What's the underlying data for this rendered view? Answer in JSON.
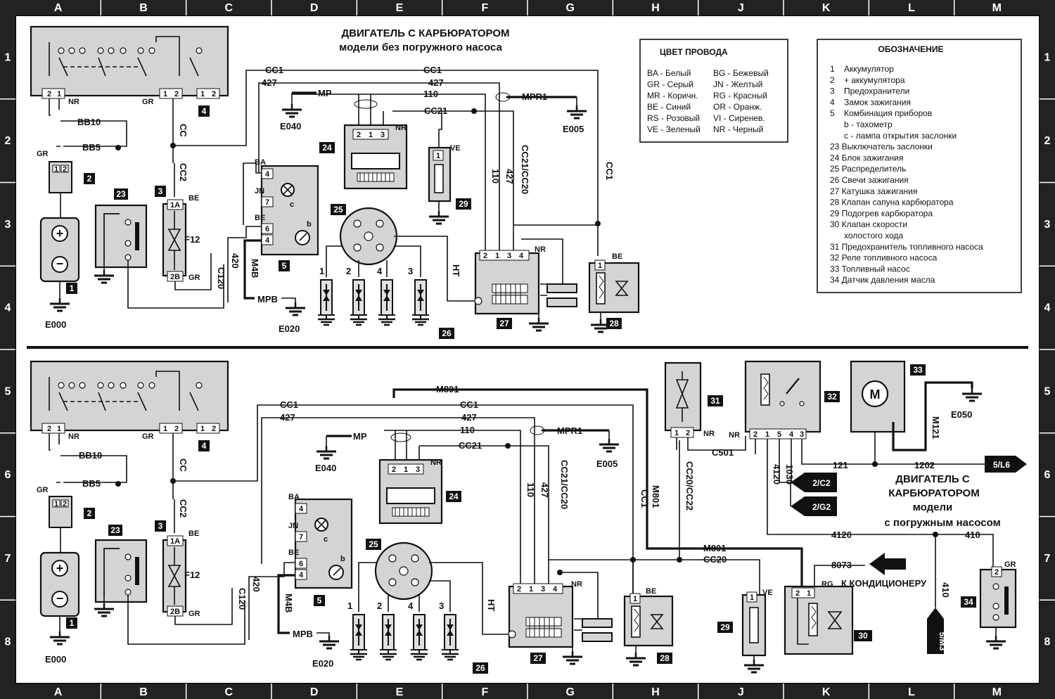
{
  "frame": {
    "columns": [
      "A",
      "B",
      "C",
      "D",
      "E",
      "F",
      "G",
      "H",
      "J",
      "K",
      "L",
      "M"
    ],
    "rows": [
      "1",
      "2",
      "3",
      "4",
      "5",
      "6",
      "7",
      "8"
    ]
  },
  "top": {
    "title_line1": "ДВИГАТЕЛЬ С КАРБЮРАТОРОМ",
    "title_line2": "модели без погружного насоса",
    "wires": {
      "cc1": "CC1",
      "w427": "427",
      "w110": "110",
      "cc21": "CC21",
      "mp": "MP",
      "mpr1": "MPR1",
      "cc": "CC",
      "cc2": "CC2",
      "bb10": "BB10",
      "bb5": "BB5",
      "gr": "GR",
      "nr": "NR",
      "cc21cc20": "CC21/CC20",
      "c120": "C120",
      "w420": "420",
      "m4b": "M4B",
      "mpb": "MPB",
      "ht": "HT",
      "ve": "VE",
      "be": "BE",
      "ba": "BA",
      "jn": "JN",
      "b": "b",
      "c": "c",
      "f12": "F12"
    },
    "grounds": {
      "e040": "E040",
      "e005": "E005",
      "e000": "E000",
      "e020": "E020"
    },
    "plugs": [
      "1",
      "2",
      "4",
      "3"
    ]
  },
  "wire_colors": {
    "title": "ЦВЕТ ПРОВОДА",
    "left": [
      "BA - Белый",
      "GR - Серый",
      "MR - Коричн.",
      "BE - Синий",
      "RS - Розовый",
      "VE - Зеленый"
    ],
    "right": [
      "BG - Бежевый",
      "JN - Желтый",
      "RG - Красный",
      "OR - Оранж.",
      "VI - Сиренев.",
      "NR - Черный"
    ]
  },
  "designations": {
    "title": "ОБОЗНАЧЕНИЕ",
    "items": [
      "1    Аккумулятор",
      "2    + аккумулятора",
      "3    Предохранители",
      "4    Замок зажигания",
      "5    Комбинация приборов",
      "      b - тахометр",
      "      c - лампа открытия заслонки",
      "23 Выключатель заслонки",
      "24 Блок зажигания",
      "25 Распределитель",
      "26 Свечи зажигания",
      "27 Катушка зажигания",
      "28 Клапан сапуна карбюратора",
      "29 Подогрев карбюратора",
      "30 Клапан скорости",
      "      холостого хода",
      "31 Предохранитель топливного насоса",
      "32 Реле топливного насоса",
      "33 Топливный насос",
      "34 Датчик давления масла"
    ]
  },
  "bottom": {
    "title_lines": [
      "ДВИГАТЕЛЬ С",
      "КАРБЮРАТОРОМ",
      "модели",
      "с погружным насосом"
    ],
    "wires": {
      "m801": "M801",
      "cc1": "CC1",
      "w427": "427",
      "w110": "110",
      "cc21": "CC21",
      "mp": "MP",
      "mpr1": "MPR1",
      "cc20": "CC20",
      "cc20cc22": "CC20/CC22",
      "c501": "C501",
      "w121": "121",
      "w1202": "1202",
      "w4120": "4120",
      "w1030": "1030",
      "w410": "410",
      "w8073": "8073",
      "m121": "M121",
      "rg": "RG",
      "to_ac": "К КОНДИЦИОНЕРУ"
    },
    "grounds": {
      "e040": "E040",
      "e005": "E005",
      "e000": "E000",
      "e020": "E020",
      "e050": "E050"
    },
    "refs": {
      "l6": "5/L6",
      "c2": "2/C2",
      "g2": "2/G2",
      "m3": "5/M3"
    }
  },
  "tags": {
    "t1": "1",
    "t2": "2",
    "t3": "3",
    "t4": "4",
    "t5": "5",
    "t23": "23",
    "t24": "24",
    "t25": "25",
    "t26": "26",
    "t27": "27",
    "t28": "28",
    "t29": "29",
    "t30": "30",
    "t31": "31",
    "t32": "32",
    "t33": "33",
    "t34": "34"
  }
}
